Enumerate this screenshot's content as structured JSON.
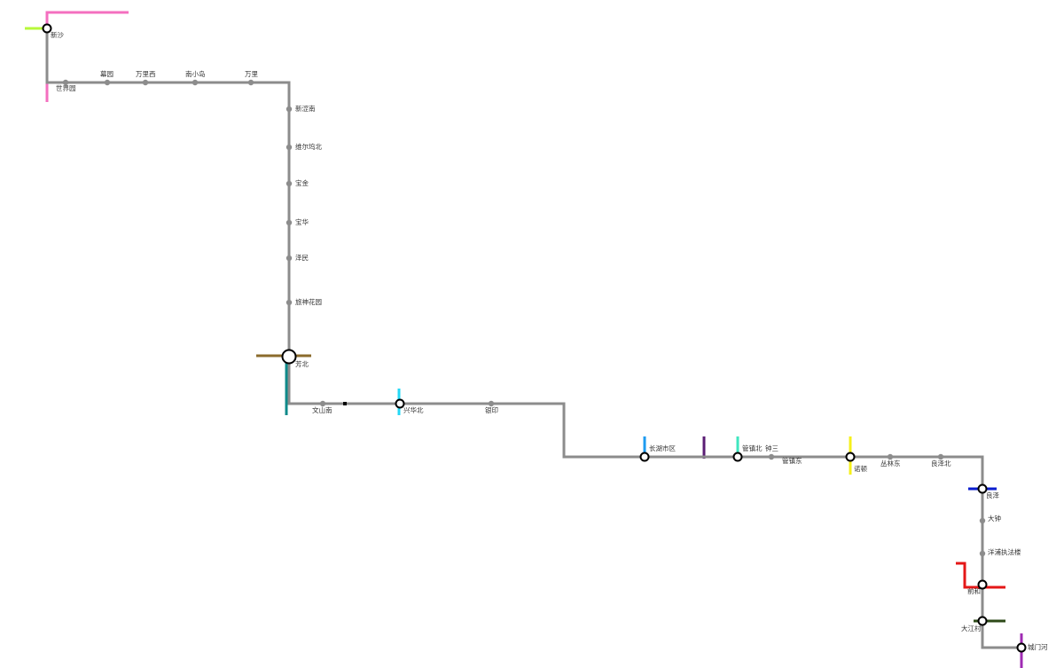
{
  "map": {
    "line_color": "#8c8c8c",
    "transfer_lines": [
      {
        "name": "",
        "color": "#f46fbf"
      },
      {
        "name": "",
        "color": "#b7f83a"
      },
      {
        "name": "",
        "color": "#8b6b2c"
      },
      {
        "name": "",
        "color": "#0f8a8a"
      },
      {
        "name": "",
        "color": "#25d8f6"
      },
      {
        "name": "",
        "color": "#1e9bf0"
      },
      {
        "name": "",
        "color": "#5a1c74"
      },
      {
        "name": "",
        "color": "#3fe6bf"
      },
      {
        "name": "",
        "color": "#f6f01c"
      },
      {
        "name": "",
        "color": "#0a1ccf"
      },
      {
        "name": "",
        "color": "#e41717"
      },
      {
        "name": "",
        "color": "#2d4a18"
      },
      {
        "name": "",
        "color": "#9f2bb3"
      }
    ],
    "stations": [
      {
        "name": "新沙",
        "type": "transfer"
      },
      {
        "name": "世界园",
        "type": "regular"
      },
      {
        "name": "幕园",
        "type": "regular"
      },
      {
        "name": "万里西",
        "type": "regular"
      },
      {
        "name": "南小岛",
        "type": "regular"
      },
      {
        "name": "万里",
        "type": "regular"
      },
      {
        "name": "新涩南",
        "type": "regular"
      },
      {
        "name": "维尔坞北",
        "type": "regular"
      },
      {
        "name": "宝金",
        "type": "regular"
      },
      {
        "name": "宝华",
        "type": "regular"
      },
      {
        "name": "泽民",
        "type": "regular"
      },
      {
        "name": "旅神花园",
        "type": "regular"
      },
      {
        "name": "芳北",
        "type": "transfer"
      },
      {
        "name": "文山南",
        "type": "regular"
      },
      {
        "name": "兴华北",
        "type": "transfer"
      },
      {
        "name": "银印",
        "type": "regular"
      },
      {
        "name": "长湖市区",
        "type": "transfer"
      },
      {
        "name": "管镇北",
        "type": "transfer"
      },
      {
        "name": "钟三",
        "type": "regular"
      },
      {
        "name": "管镇东",
        "type": "regular"
      },
      {
        "name": "诺顿",
        "type": "transfer"
      },
      {
        "name": "丛林东",
        "type": "regular"
      },
      {
        "name": "良泽北",
        "type": "regular"
      },
      {
        "name": "良泽",
        "type": "transfer"
      },
      {
        "name": "大钟",
        "type": "regular"
      },
      {
        "name": "洋浦执法楼",
        "type": "regular"
      },
      {
        "name": "前和",
        "type": "transfer"
      },
      {
        "name": "大江村",
        "type": "transfer"
      },
      {
        "name": "城门河",
        "type": "transfer"
      }
    ]
  }
}
